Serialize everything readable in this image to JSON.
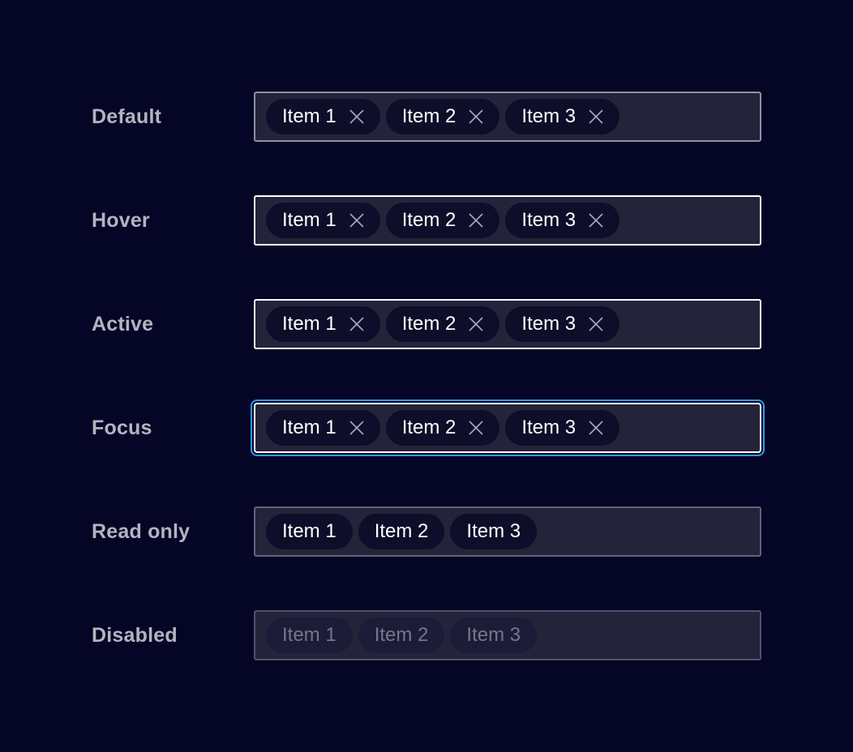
{
  "page": {
    "description": "Tag input (pills) component states"
  },
  "colors": {
    "page_background": "#050526",
    "field_background": "#23233a",
    "pill_background": "#0e0e2a",
    "pill_background_disabled": "#1c1c38",
    "pill_text": "#ffffff",
    "pill_text_disabled": "#767689",
    "close_icon": "#a8a8b8",
    "label_text": "#b5b3bf",
    "border_default": "#8f92a3",
    "border_hover": "#ffffff",
    "border_active": "#ffffff",
    "border_focus": "#ffffff",
    "focus_ring": "#2c9bf0",
    "border_readonly": "#62627a",
    "border_disabled": "#51516a"
  },
  "rows": [
    {
      "label": "Default",
      "state": "default",
      "removable": true,
      "items": [
        "Item 1",
        "Item 2",
        "Item 3"
      ]
    },
    {
      "label": "Hover",
      "state": "hover",
      "removable": true,
      "items": [
        "Item 1",
        "Item 2",
        "Item 3"
      ]
    },
    {
      "label": "Active",
      "state": "active",
      "removable": true,
      "items": [
        "Item 1",
        "Item 2",
        "Item 3"
      ]
    },
    {
      "label": "Focus",
      "state": "focus",
      "removable": true,
      "items": [
        "Item 1",
        "Item 2",
        "Item 3"
      ]
    },
    {
      "label": "Read only",
      "state": "readonly",
      "removable": false,
      "items": [
        "Item 1",
        "Item 2",
        "Item 3"
      ]
    },
    {
      "label": "Disabled",
      "state": "disabled",
      "removable": false,
      "items": [
        "Item 1",
        "Item 2",
        "Item 3"
      ]
    }
  ]
}
